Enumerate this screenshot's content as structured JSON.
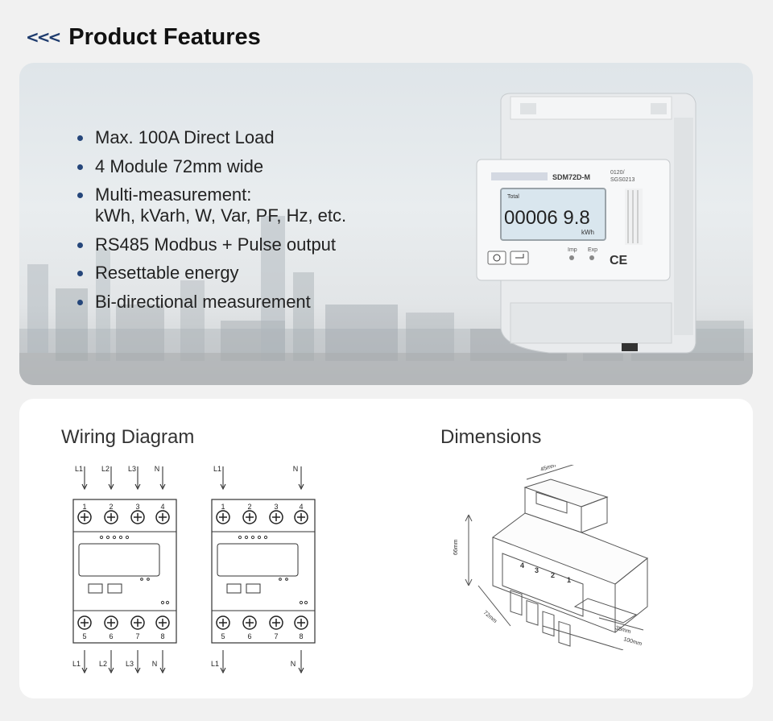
{
  "header": {
    "chevrons": "<<<",
    "title": "Product Features"
  },
  "features": [
    {
      "text": "Max. 100A Direct Load"
    },
    {
      "text": "4 Module 72mm wide"
    },
    {
      "text": "Multi-measurement:",
      "line2": "kWh, kVarh, W, Var, PF, Hz, etc."
    },
    {
      "text": "RS485 Modbus + Pulse output"
    },
    {
      "text": "Resettable energy"
    },
    {
      "text": "Bi-directional measurement"
    }
  ],
  "meter": {
    "model": "SDM72D-M",
    "cert_line1": "0120/",
    "cert_line2": "SGS0213",
    "display_label": "Total",
    "reading": "00006 9.8",
    "unit": "kWh",
    "imp_label": "Imp",
    "exp_label": "Exp",
    "ce_mark": "CE"
  },
  "wiring": {
    "title": "Wiring Diagram",
    "left": {
      "top_lines": [
        "L1",
        "L2",
        "L3",
        "N"
      ],
      "top_terminals": [
        "1",
        "2",
        "3",
        "4"
      ],
      "bottom_terminals": [
        "5",
        "6",
        "7",
        "8"
      ],
      "bottom_lines": [
        "L1",
        "L2",
        "L3",
        "N"
      ]
    },
    "right": {
      "top_lines": [
        "L1",
        "",
        "",
        "N"
      ],
      "top_terminals": [
        "1",
        "2",
        "3",
        "4"
      ],
      "bottom_terminals": [
        "5",
        "6",
        "7",
        "8"
      ],
      "bottom_lines": [
        "L1",
        "",
        "",
        "N"
      ]
    }
  },
  "dimensions": {
    "title": "Dimensions",
    "width_top": "45mm",
    "height": "66mm",
    "depth": "72mm",
    "length": "100mm",
    "rail": "35mm",
    "terminals": [
      "4",
      "3",
      "2",
      "1"
    ]
  },
  "colors": {
    "bullet": "#25467a",
    "chevron": "#1f3c6e",
    "lcd": "#d9e6ee"
  }
}
